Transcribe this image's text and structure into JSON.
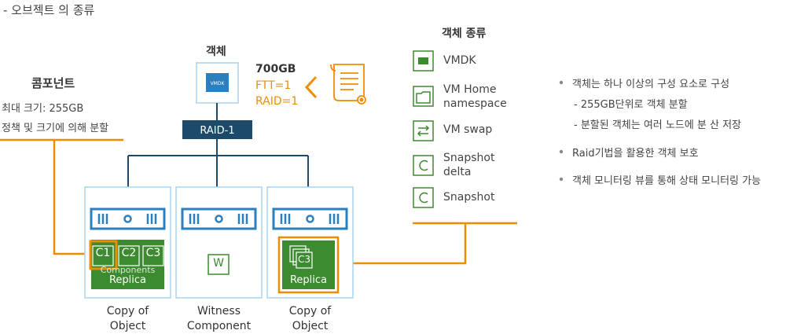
{
  "page_title": "- 오브젝트 의 종류",
  "component": {
    "title": "콤포넌트",
    "line1": "최대 크기: 255GB",
    "line2": "정책 및 크기에 의해 분할"
  },
  "object": {
    "title": "객체",
    "icon_label": "VMDK",
    "size": "700GB",
    "ftt": "FTT=1",
    "raid": "RAID=1",
    "raid_bar": "RAID-1"
  },
  "object_types": {
    "title": "객체 종류",
    "items": [
      {
        "label": "VMDK",
        "icon": "vmdk-icon"
      },
      {
        "label": "VM Home\nnamespace",
        "icon": "folder-icon"
      },
      {
        "label": "VM swap",
        "icon": "swap-icon"
      },
      {
        "label": "Snapshot\ndelta",
        "icon": "snapshot-delta-icon"
      },
      {
        "label": "Snapshot",
        "icon": "snapshot-icon"
      }
    ]
  },
  "bullets": [
    {
      "text": "객체는 하나 이상의 구성 요소로 구성",
      "sub": [
        "- 255GB단위로 객체 분할",
        "- 분할된 객체는 여러 노드에 분 산 저장"
      ]
    },
    {
      "text": "Raid기법을 활용한 객체 보호",
      "sub": []
    },
    {
      "text": "객체 모니터링 뷰를 통해 상태 모니터링 가능",
      "sub": []
    }
  ],
  "hosts": [
    {
      "caption_line1": "Copy of",
      "caption_line2": "Object",
      "chips": [
        "C1",
        "C2",
        "C3"
      ],
      "sub": "Components",
      "label": "Replica"
    },
    {
      "caption_line1": "Witness",
      "caption_line2": "Component",
      "chip": "W"
    },
    {
      "caption_line1": "Copy of",
      "caption_line2": "Object",
      "stack_label": "C3",
      "label": "Replica"
    }
  ],
  "colors": {
    "orange": "#f08c00",
    "navy": "#1b4a6b",
    "host_blue": "#2a7fbf",
    "green": "#3d8b2f",
    "light_border": "#a9d3ef"
  }
}
